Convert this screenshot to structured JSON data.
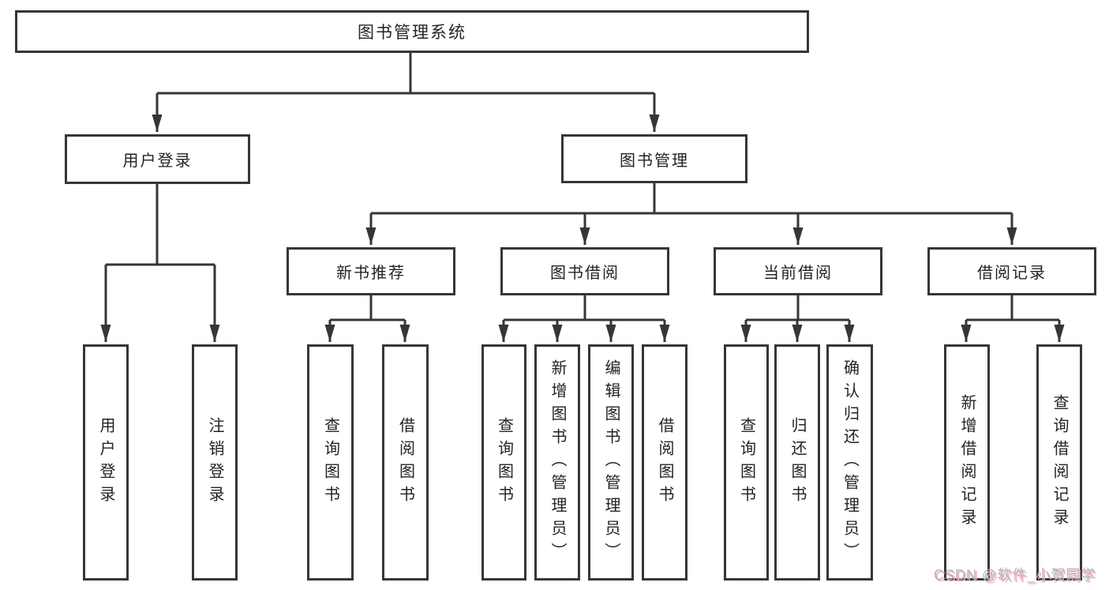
{
  "diagram": {
    "root": {
      "label": "图书管理系统"
    },
    "level2": [
      {
        "id": "user-login",
        "label": "用户登录"
      },
      {
        "id": "book-mgmt",
        "label": "图书管理"
      }
    ],
    "level3": [
      {
        "id": "new-book-rec",
        "label": "新书推荐"
      },
      {
        "id": "book-borrow",
        "label": "图书借阅"
      },
      {
        "id": "current-borrow",
        "label": "当前借阅"
      },
      {
        "id": "borrow-records",
        "label": "借阅记录"
      }
    ],
    "leaves": [
      {
        "id": "leaf-user-login",
        "parent": "user-login",
        "label": "用户登录"
      },
      {
        "id": "leaf-logout",
        "parent": "user-login",
        "label": "注销登录"
      },
      {
        "id": "leaf-query-books-1",
        "parent": "new-book-rec",
        "label": "查询图书"
      },
      {
        "id": "leaf-borrow-books-1",
        "parent": "new-book-rec",
        "label": "借阅图书"
      },
      {
        "id": "leaf-query-books-2",
        "parent": "book-borrow",
        "label": "查询图书"
      },
      {
        "id": "leaf-add-book-admin",
        "parent": "book-borrow",
        "label": "新增图书（管理员）"
      },
      {
        "id": "leaf-edit-book-admin",
        "parent": "book-borrow",
        "label": "编辑图书（管理员）"
      },
      {
        "id": "leaf-borrow-books-2",
        "parent": "book-borrow",
        "label": "借阅图书"
      },
      {
        "id": "leaf-query-books-3",
        "parent": "current-borrow",
        "label": "查询图书"
      },
      {
        "id": "leaf-return-books",
        "parent": "current-borrow",
        "label": "归还图书"
      },
      {
        "id": "leaf-confirm-return-admin",
        "parent": "current-borrow",
        "label": "确认归还（管理员）"
      },
      {
        "id": "leaf-add-borrow-record",
        "parent": "borrow-records",
        "label": "新增借阅记录"
      },
      {
        "id": "leaf-query-borrow-record",
        "parent": "borrow-records",
        "label": "查询借阅记录"
      }
    ],
    "watermark": "CSDN @软件_小贺同学",
    "colors": {
      "line": "#363636",
      "box_border": "#363636",
      "text": "#232323",
      "watermark_gray": "#b2b5b9",
      "watermark_pink": "#f2aab4",
      "background": "#ffffff"
    }
  }
}
